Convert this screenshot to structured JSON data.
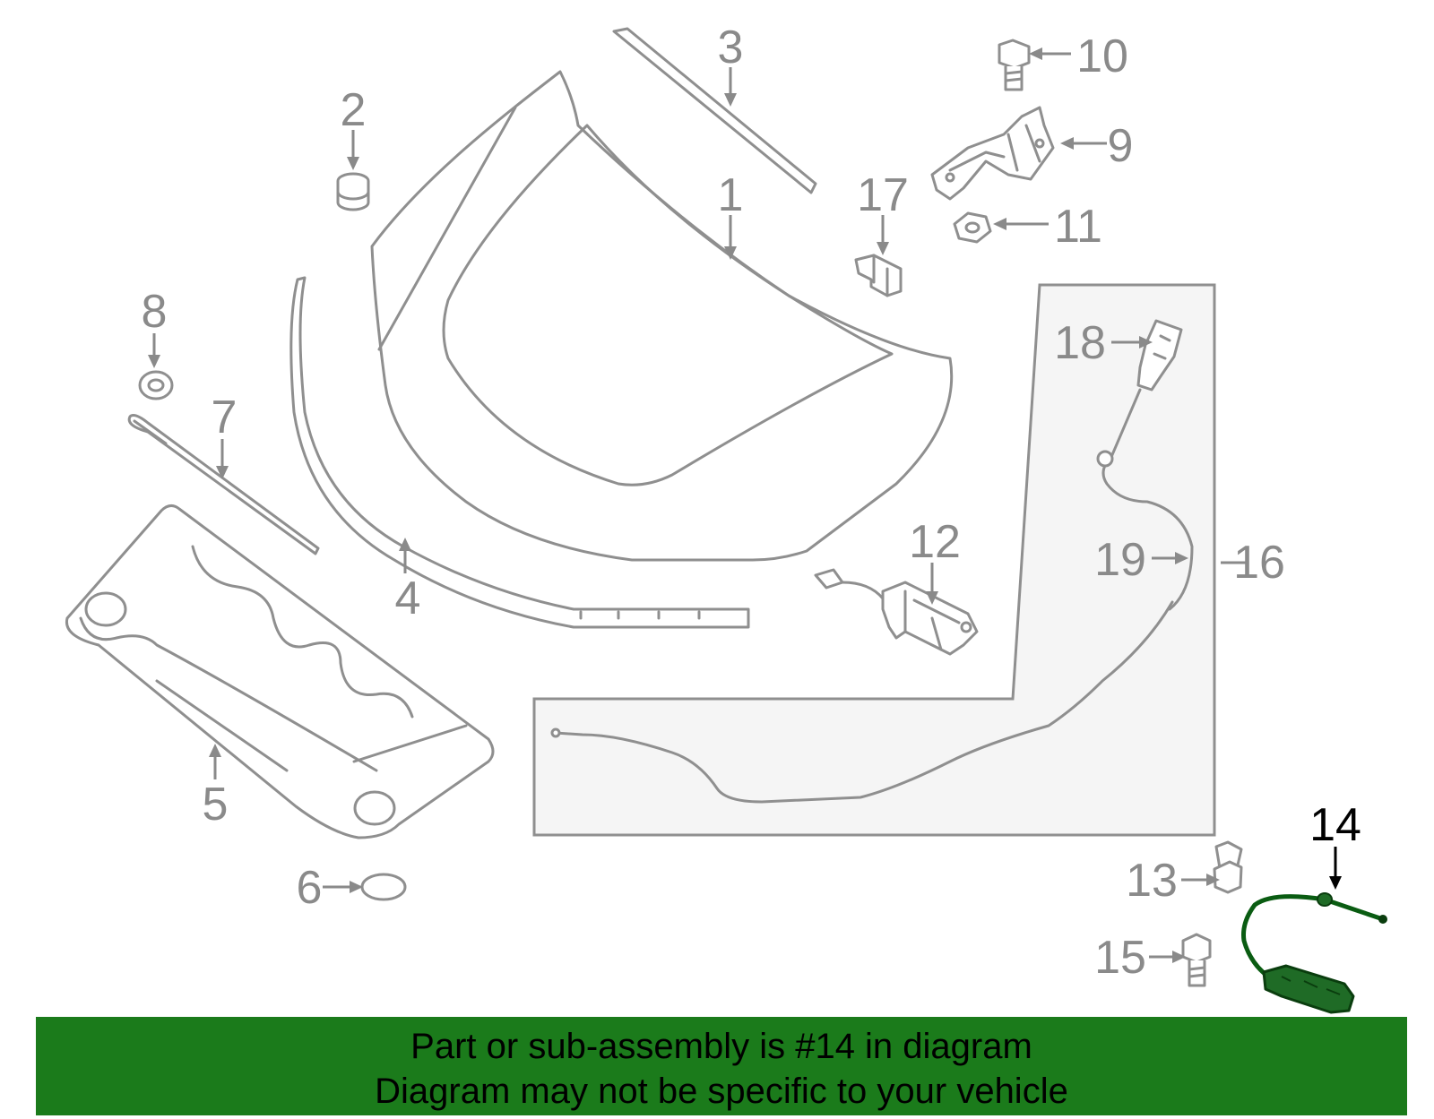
{
  "callouts": {
    "c1": "1",
    "c2": "2",
    "c3": "3",
    "c4": "4",
    "c5": "5",
    "c6": "6",
    "c7": "7",
    "c8": "8",
    "c9": "9",
    "c10": "10",
    "c11": "11",
    "c12": "12",
    "c13": "13",
    "c14": "14",
    "c15": "15",
    "c16": "16",
    "c17": "17",
    "c18": "18",
    "c19": "19"
  },
  "highlighted_part": "14",
  "banner": {
    "line1": "Part or sub-assembly is #14 in diagram",
    "line2": "Diagram may not be specific to your vehicle"
  },
  "colors": {
    "banner_bg": "#1b7b1b",
    "highlight_part": "#1f6b26",
    "line_art": "#8f8f8f"
  }
}
